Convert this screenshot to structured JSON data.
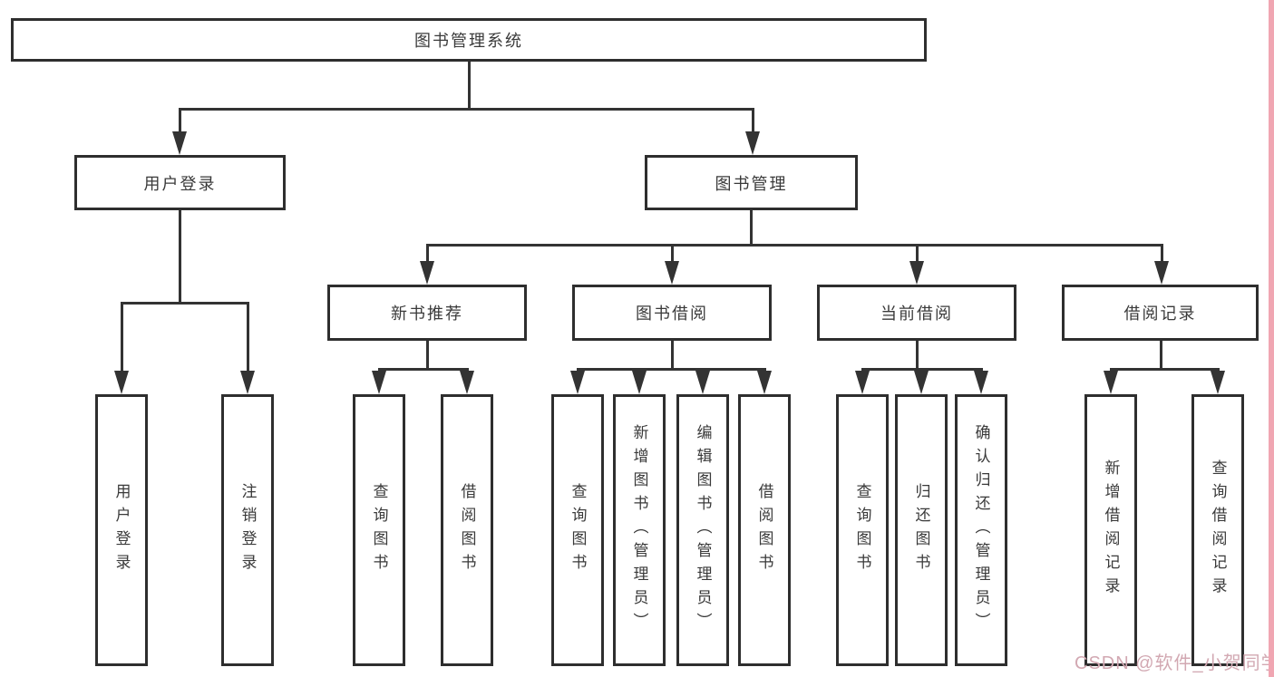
{
  "diagram": {
    "tree": {
      "label": "图书管理系统",
      "children": [
        {
          "label": "用户登录",
          "children": [
            {
              "label": "用户登录"
            },
            {
              "label": "注销登录"
            }
          ]
        },
        {
          "label": "图书管理",
          "children": [
            {
              "label": "新书推荐",
              "children": [
                {
                  "label": "查询图书"
                },
                {
                  "label": "借阅图书"
                }
              ]
            },
            {
              "label": "图书借阅",
              "children": [
                {
                  "label": "查询图书"
                },
                {
                  "label": "新增图书（管理员）"
                },
                {
                  "label": "编辑图书（管理员）"
                },
                {
                  "label": "借阅图书"
                }
              ]
            },
            {
              "label": "当前借阅",
              "children": [
                {
                  "label": "查询图书"
                },
                {
                  "label": "归还图书"
                },
                {
                  "label": "确认归还（管理员）"
                }
              ]
            },
            {
              "label": "借阅记录",
              "children": [
                {
                  "label": "新增借阅记录"
                },
                {
                  "label": "查询借阅记录"
                }
              ]
            }
          ]
        }
      ]
    }
  },
  "watermark": {
    "text": "CSDN @软件_小贺同学"
  },
  "colors": {
    "line": "#333333",
    "box_border": "#2e2e2e",
    "text": "#3a3a3a",
    "watermark": "#d2a8b2",
    "right_strip": "#f0a6b2"
  }
}
